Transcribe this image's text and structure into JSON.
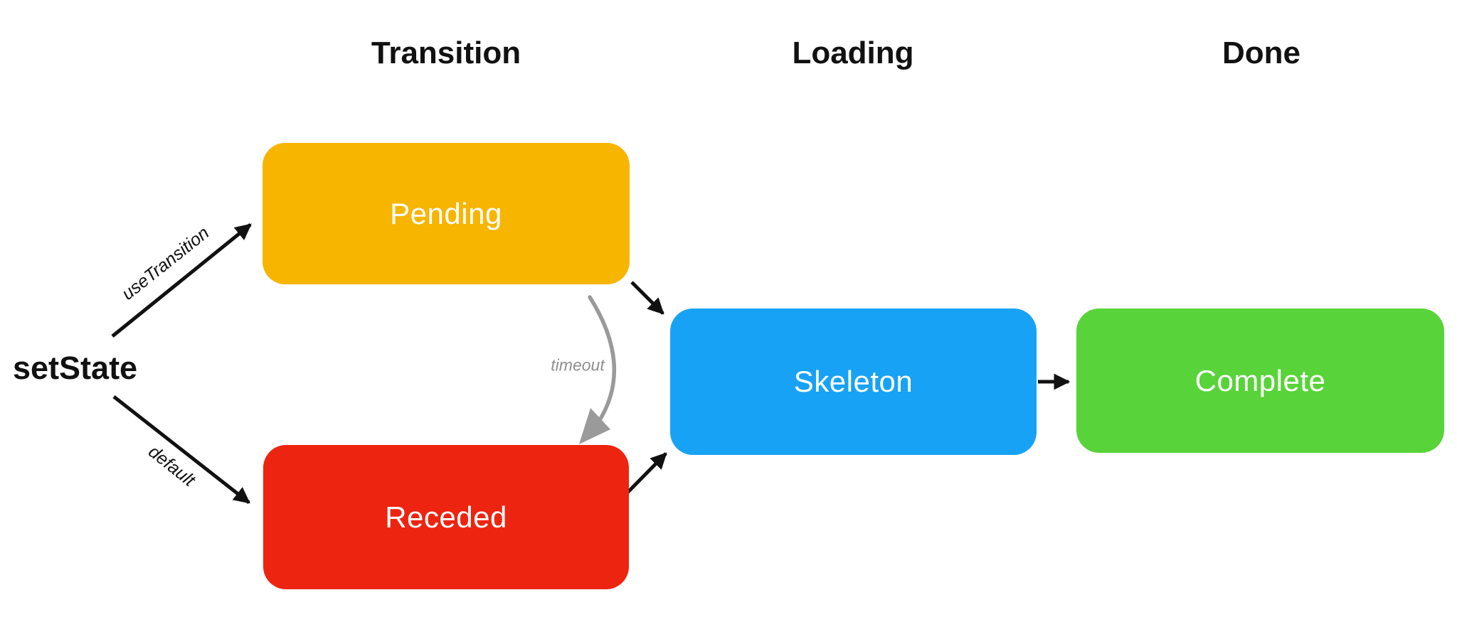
{
  "diagram": {
    "headers": [
      {
        "label": "Transition"
      },
      {
        "label": "Loading"
      },
      {
        "label": "Done"
      }
    ],
    "source_label": "setState",
    "nodes": [
      {
        "label": "Pending",
        "color": "#F7B500",
        "column": "Transition"
      },
      {
        "label": "Receded",
        "color": "#ED2410",
        "column": "Transition"
      },
      {
        "label": "Skeleton",
        "color": "#18A2F5",
        "column": "Loading"
      },
      {
        "label": "Complete",
        "color": "#58D339",
        "column": "Done"
      }
    ],
    "edges": [
      {
        "from": "setState",
        "to": "Pending",
        "label": "useTransition"
      },
      {
        "from": "setState",
        "to": "Receded",
        "label": "default"
      },
      {
        "from": "Pending",
        "to": "Skeleton",
        "label": ""
      },
      {
        "from": "Receded",
        "to": "Skeleton",
        "label": ""
      },
      {
        "from": "Pending",
        "to": "Receded",
        "label": "timeout"
      },
      {
        "from": "Skeleton",
        "to": "Complete",
        "label": ""
      }
    ],
    "colors": {
      "arrow": "#111111",
      "timeout_arrow": "#9a9a9a",
      "heading_text": "#111111",
      "node_text": "#ffffff",
      "background": "#ffffff"
    }
  }
}
